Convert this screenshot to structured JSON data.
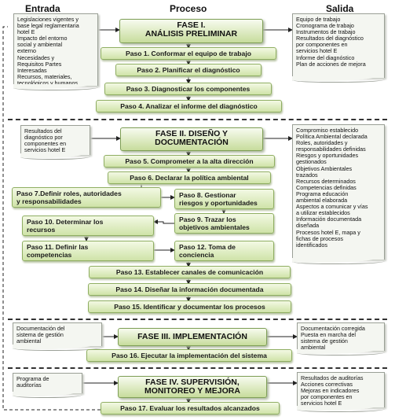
{
  "headers": {
    "entrada": "Entrada",
    "proceso": "Proceso",
    "salida": "Salida"
  },
  "inputs": {
    "phase1": [
      "Legislaciones vigentes y",
      "base legal reglamentaria",
      "hotel E",
      "Impacto del entorno",
      "social y ambiental",
      "externo",
      "Necesidades y",
      "Requisitos Partes",
      "Interesadas",
      "Recursos, materiales,",
      "tecnológicos y humanos"
    ],
    "phase2": [
      "Resultados del",
      "diagnóstico por",
      "componentes en",
      "servicios hotel E"
    ],
    "phase3": [
      "Documentación del",
      "sistema de gestión",
      "ambiental"
    ],
    "phase4": [
      "Programa de",
      "auditorías"
    ]
  },
  "outputs": {
    "phase1": [
      "Equipo de trabajo",
      "Cronograma de trabajo",
      "Instrumentos de trabajo",
      "Resultados del diagnóstico",
      "por componentes en",
      "servicios hotel E",
      "Informe del diagnóstico",
      "Plan de acciones de mejora"
    ],
    "phase2": [
      "Compromiso establecido",
      "Política Ambiental declarada",
      "Roles, autoridades y",
      "responsabilidades definidas",
      "Riesgos y oportunidades",
      "gestionados",
      "Objetivos Ambientales",
      "trazados",
      "Recursos determinados",
      "Competencias definidas",
      "Programa educación",
      "ambiental elaborada",
      "Aspectos a comunicar y vías",
      "a utilizar establecidos",
      "Información documentada",
      "diseñada",
      "Procesos hotel E, mapa y",
      "fichas de procesos",
      "identificados"
    ],
    "phase3": [
      "Documentación corregida",
      "Puesta en marcha del",
      "sistema de gestión",
      "ambiental"
    ],
    "phase4": [
      "Resultados de auditorías",
      "Acciones correctivas",
      "Mejoras en indicadores",
      "por componentes en",
      "servicios hotel E"
    ]
  },
  "phases": {
    "p1": [
      "FASE I.",
      "ANÁLISIS PRELIMINAR"
    ],
    "p2": [
      "FASE II. DISEÑO Y",
      "DOCUMENTACIÓN"
    ],
    "p3": [
      "FASE III. IMPLEMENTACIÓN"
    ],
    "p4": [
      "FASE IV. SUPERVISIÓN,",
      "MONITOREO Y MEJORA"
    ]
  },
  "steps": {
    "s1": "Paso 1. Conformar el equipo de trabajo",
    "s2": "Paso 2. Planificar el diagnóstico",
    "s3": "Paso 3. Diagnosticar los componentes",
    "s4": "Paso 4. Analizar el informe del diagnóstico",
    "s5": "Paso 5. Comprometer a la alta dirección",
    "s6": "Paso 6. Declarar la política ambiental",
    "s7": [
      "Paso 7.Definir roles, autoridades",
      "y responsabilidades"
    ],
    "s8": [
      "Paso 8. Gestionar",
      "riesgos y oportunidades"
    ],
    "s9": [
      "Paso 9. Trazar los",
      "objetivos ambientales"
    ],
    "s10": [
      "Paso 10. Determinar los",
      "recursos"
    ],
    "s11": [
      "Paso 11. Definir las",
      "competencias"
    ],
    "s12": [
      "Paso 12. Toma de",
      "conciencia"
    ],
    "s13": "Paso 13. Establecer canales de comunicación",
    "s14": "Paso 14. Diseñar la información documentada",
    "s15": "Paso 15. Identificar y documentar los procesos",
    "s16": "Paso 16. Ejecutar la implementación del sistema",
    "s17": "Paso 17. Evaluar los resultados alcanzados"
  },
  "colors": {
    "step_fill": "#cfe3a8",
    "step_border": "#8fae62",
    "doc_fill": "#f4f6f1"
  }
}
